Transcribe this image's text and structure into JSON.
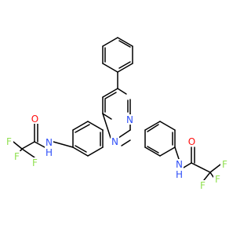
{
  "atoms": [
    {
      "id": "n_pyr_1",
      "symbol": "N",
      "color": "#3050F8"
    },
    {
      "id": "n_pyr_2",
      "symbol": "N",
      "color": "#3050F8"
    },
    {
      "id": "nh_left",
      "symbol": "N",
      "sub": "H",
      "color": "#3050F8"
    },
    {
      "id": "nh_right",
      "symbol": "N",
      "sub": "H",
      "color": "#3050F8"
    },
    {
      "id": "o_left",
      "symbol": "O",
      "color": "#FF0D0D"
    },
    {
      "id": "o_right",
      "symbol": "O",
      "color": "#FF0D0D"
    },
    {
      "id": "f_l1",
      "symbol": "F",
      "color": "#90E050"
    },
    {
      "id": "f_l2",
      "symbol": "F",
      "color": "#90E050"
    },
    {
      "id": "f_l3",
      "symbol": "F",
      "color": "#90E050"
    },
    {
      "id": "f_r1",
      "symbol": "F",
      "color": "#90E050"
    },
    {
      "id": "f_r2",
      "symbol": "F",
      "color": "#90E050"
    },
    {
      "id": "f_r3",
      "symbol": "F",
      "color": "#90E050"
    }
  ]
}
